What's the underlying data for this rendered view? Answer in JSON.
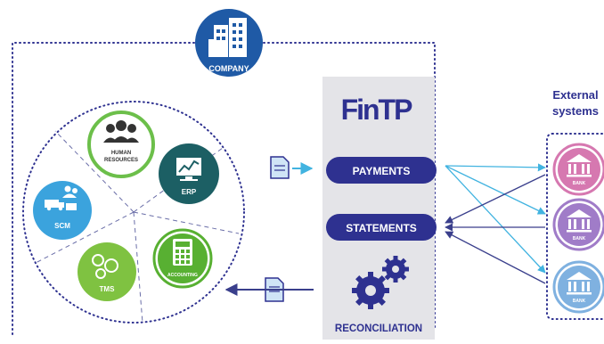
{
  "company": {
    "label": "COMPANY"
  },
  "modules": {
    "hr": {
      "line1": "HUMAN",
      "line2": "RESOURCES"
    },
    "erp": {
      "label": "ERP"
    },
    "scm": {
      "label": "SCM"
    },
    "tms": {
      "label": "TMS"
    },
    "accounting": {
      "label": "ACCOUNTING"
    }
  },
  "fintp": {
    "logo": "FinTP",
    "payments": "PAYMENTS",
    "statements": "STATEMENTS",
    "reconciliation": "RECONCILIATION"
  },
  "external": {
    "title_line1": "External",
    "title_line2": "systems",
    "banks": [
      "BANK",
      "BANK",
      "BANK"
    ]
  },
  "colors": {
    "navy": "#2e3190",
    "company_blue": "#1f5aa6",
    "panel_gray": "#e4e4e8",
    "hr_green": "#6cbf4a",
    "erp_teal": "#1c5f64",
    "scm_blue": "#3ba3dd",
    "tms_green": "#7fc241",
    "accounting_green": "#58b032",
    "bank_pink": "#d678b0",
    "bank_purple": "#a07cc8",
    "bank_lightblue": "#7fb1e0",
    "arrow_cyan": "#41b3e0",
    "arrow_navy": "#3a3f8c"
  }
}
